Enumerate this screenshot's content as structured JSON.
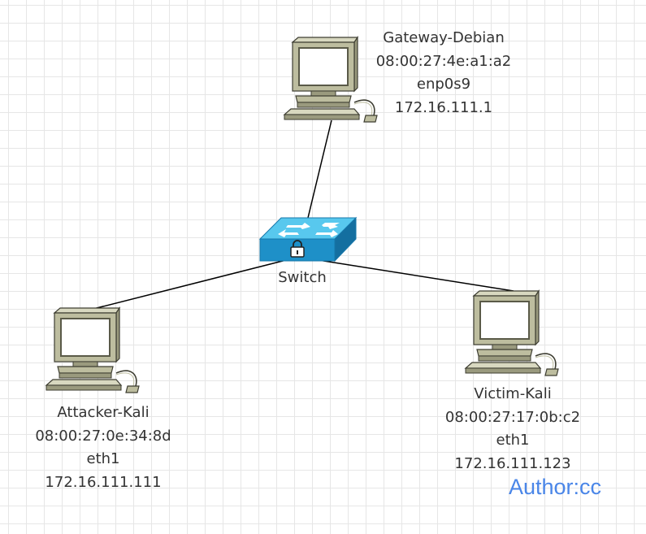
{
  "nodes": {
    "gateway": {
      "name": "Gateway-Debian",
      "mac": "08:00:27:4e:a1:a2",
      "iface": "enp0s9",
      "ip": "172.16.111.1"
    },
    "attacker": {
      "name": "Attacker-Kali",
      "mac": "08:00:27:0e:34:8d",
      "iface": "eth1",
      "ip": "172.16.111.111"
    },
    "victim": {
      "name": "Victim-Kali",
      "mac": "08:00:27:17:0b:c2",
      "iface": "eth1",
      "ip": "172.16.111.123"
    }
  },
  "switch": {
    "label": "Switch"
  },
  "author": {
    "text": "Author:cc",
    "color": "#4a86e8"
  },
  "icons": {
    "computer": "computer-icon",
    "switch": "network-switch-icon",
    "lock": "lock-icon"
  },
  "colors": {
    "switch_top": "#58c8ee",
    "switch_front": "#1e90c8",
    "computer_body": "#bdbd9f",
    "computer_dark": "#7a7a60",
    "link": "#000000"
  },
  "edges": [
    {
      "from": "gateway",
      "to": "switch"
    },
    {
      "from": "attacker",
      "to": "switch"
    },
    {
      "from": "victim",
      "to": "switch"
    }
  ]
}
